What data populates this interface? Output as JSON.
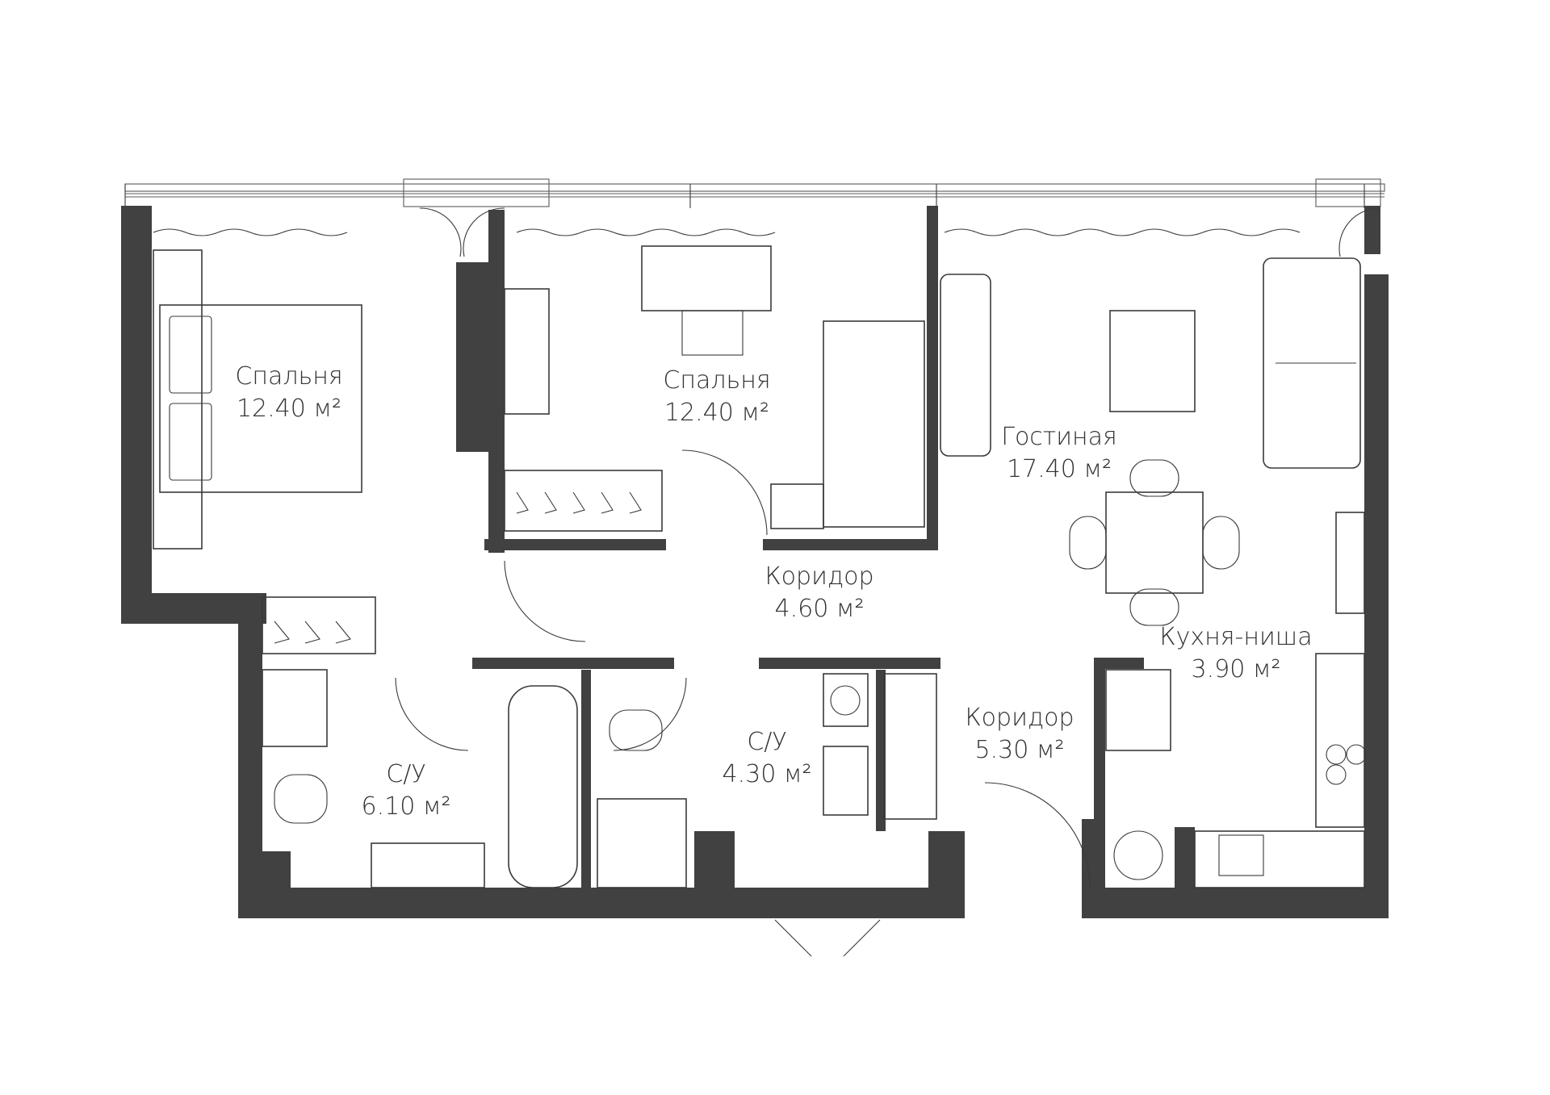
{
  "plan": {
    "rooms": [
      {
        "id": "bedroom-1",
        "name": "Спальня",
        "area": "12.40 м²"
      },
      {
        "id": "bedroom-2",
        "name": "Спальня",
        "area": "12.40 м²"
      },
      {
        "id": "living-room",
        "name": "Гостиная",
        "area": "17.40 м²"
      },
      {
        "id": "corridor-1",
        "name": "Коридор",
        "area": "4.60 м²"
      },
      {
        "id": "kitchen-niche",
        "name": "Кухня-ниша",
        "area": "3.90 м²"
      },
      {
        "id": "bathroom-1",
        "name": "С/У",
        "area": "6.10 м²"
      },
      {
        "id": "bathroom-2",
        "name": "С/У",
        "area": "4.30 м²"
      },
      {
        "id": "corridor-2",
        "name": "Коридор",
        "area": "5.30 м²"
      }
    ],
    "colors": {
      "wall": "#414141",
      "line": "#3a3a3a",
      "background": "#ffffff",
      "text": "#333333"
    }
  }
}
